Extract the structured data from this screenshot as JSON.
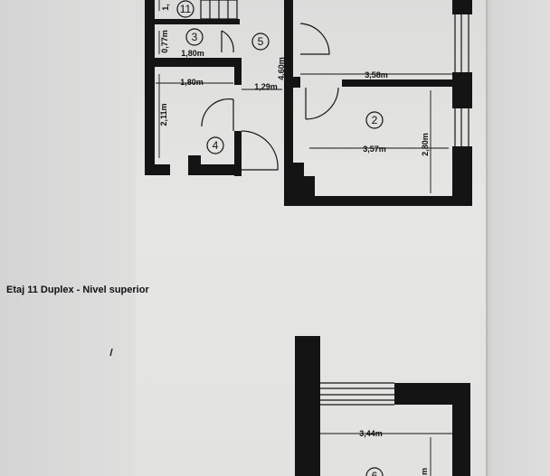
{
  "caption": "Etaj 11 Duplex - Nivel superior",
  "rooms": {
    "r11": "11",
    "r3": "3",
    "r5": "5",
    "r2": "2",
    "r4": "4",
    "r6": "6"
  },
  "dimensions": {
    "d_top_cut": "1,",
    "d_077": "0,77m",
    "d_180a": "1,80m",
    "d_180b": "1,80m",
    "d_211": "2,11m",
    "d_129": "1,29m",
    "d_460": "4,60m",
    "d_358": "3,58m",
    "d_357": "3,57m",
    "d_280": "2,80m",
    "d_344": "3,44m",
    "d_bottom_cut": "m"
  },
  "colors": {
    "walls": "#141414",
    "paper": "#e4e4e2"
  }
}
